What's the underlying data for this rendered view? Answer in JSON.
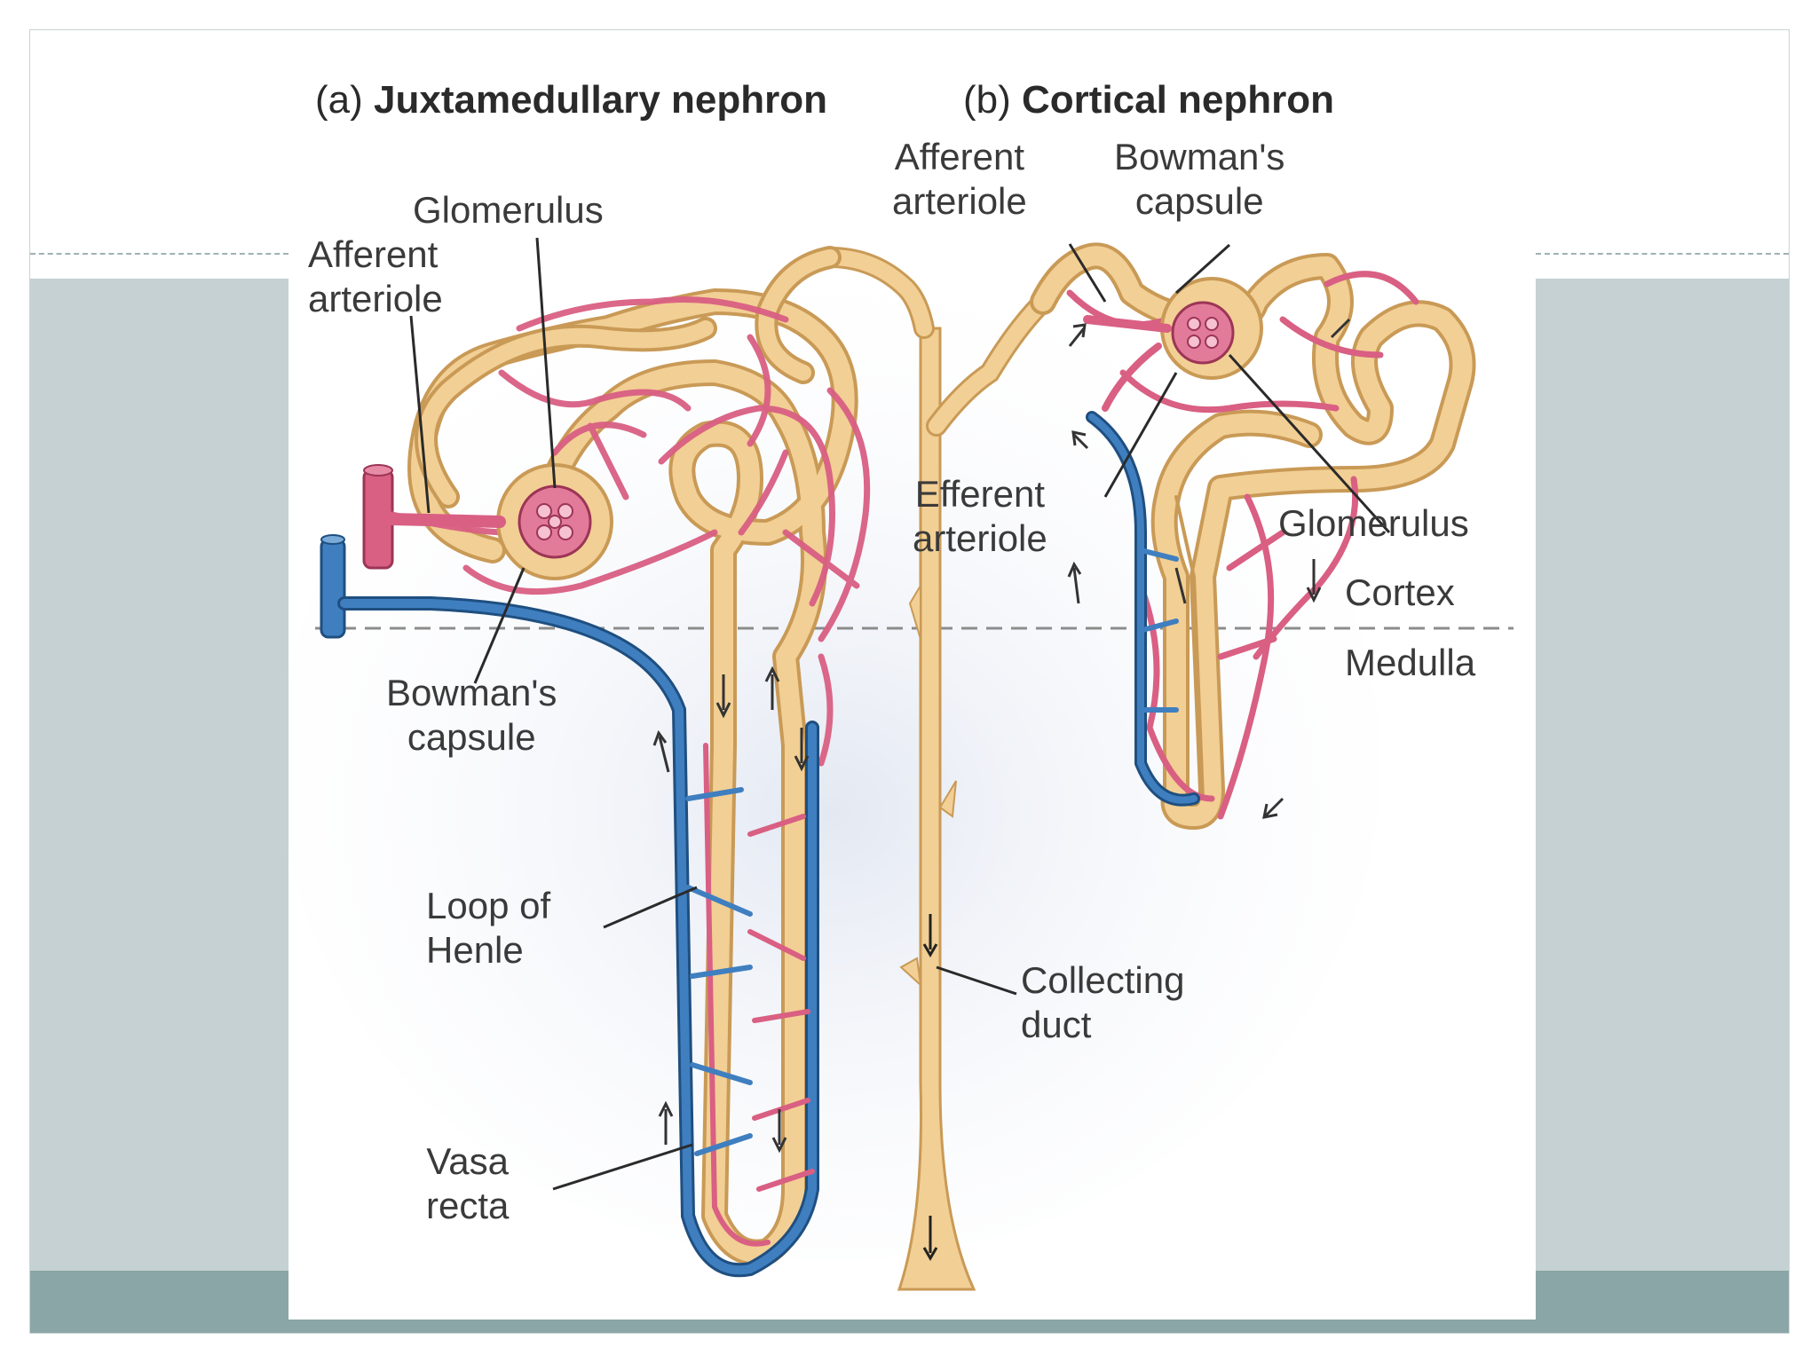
{
  "headings": {
    "a_prefix": "(a)",
    "a_title": "Juxtamedullary nephron",
    "b_prefix": "(b)",
    "b_title": "Cortical nephron"
  },
  "labels": {
    "a_glomerulus": "Glomerulus",
    "a_afferent": "Afferent\narteriole",
    "a_bowmans": "Bowman's\ncapsule",
    "a_loop": "Loop of\nHenle",
    "a_vasa": "Vasa\nrecta",
    "b_afferent": "Afferent\narteriole",
    "b_bowmans": "Bowman's\ncapsule",
    "b_efferent": "Efferent\narteriole",
    "b_glomerulus": "Glomerulus",
    "cortex": "Cortex",
    "medulla": "Medulla",
    "collecting_duct": "Collecting\nduct"
  },
  "colors": {
    "tubule": "#f2cf94",
    "tubule_edge": "#c99a56",
    "artery": "#d95f83",
    "vein": "#3f7fc0",
    "band": "#c5d1d3",
    "footer": "#8aa6a6"
  }
}
